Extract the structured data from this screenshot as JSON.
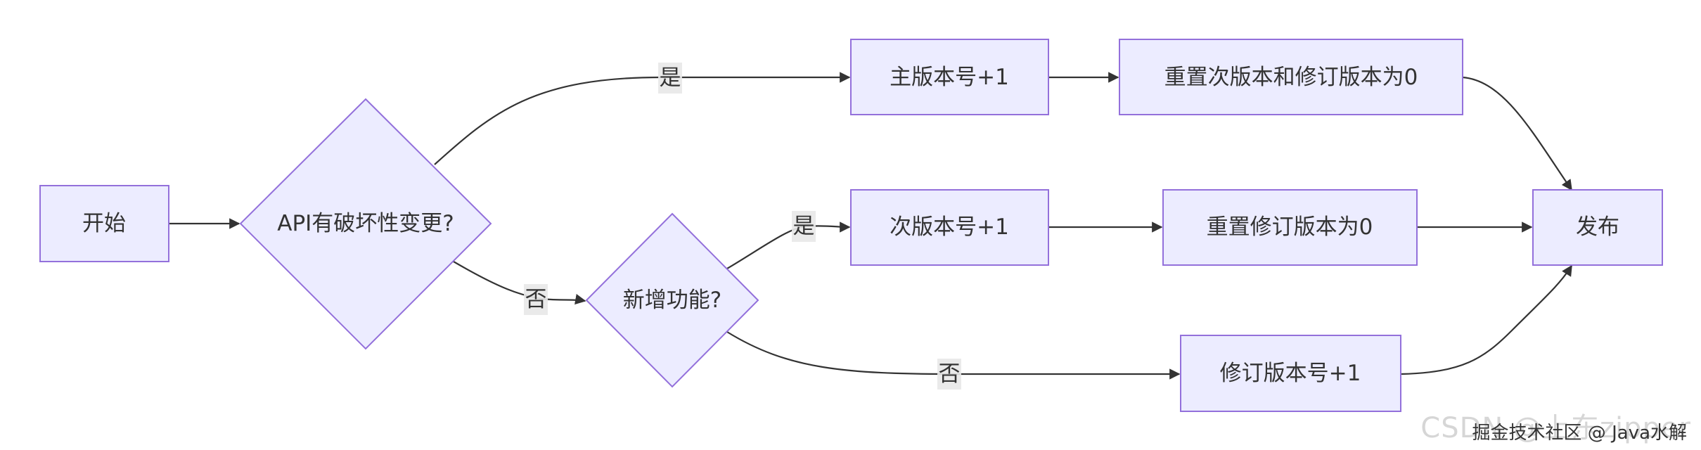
{
  "nodes": {
    "start": "开始",
    "api_breaking": "API有破坏性变更?",
    "new_feature": "新增功能?",
    "major_bump": "主版本号+1",
    "reset_minor_patch": "重置次版本和修订版本为0",
    "minor_bump": "次版本号+1",
    "reset_patch": "重置修订版本为0",
    "patch_bump": "修订版本号+1",
    "release": "发布"
  },
  "edges": {
    "api_yes": "是",
    "api_no": "否",
    "feature_yes": "是",
    "feature_no": "否"
  },
  "watermark": {
    "back": "CSDN @上东zipper",
    "front": "掘金技术社区 @ Java水解"
  },
  "colors": {
    "node_fill": "#ECECFF",
    "node_stroke": "#9370DB",
    "edge": "#333333",
    "label_bg": "#e8e8e8",
    "text": "#333333"
  }
}
